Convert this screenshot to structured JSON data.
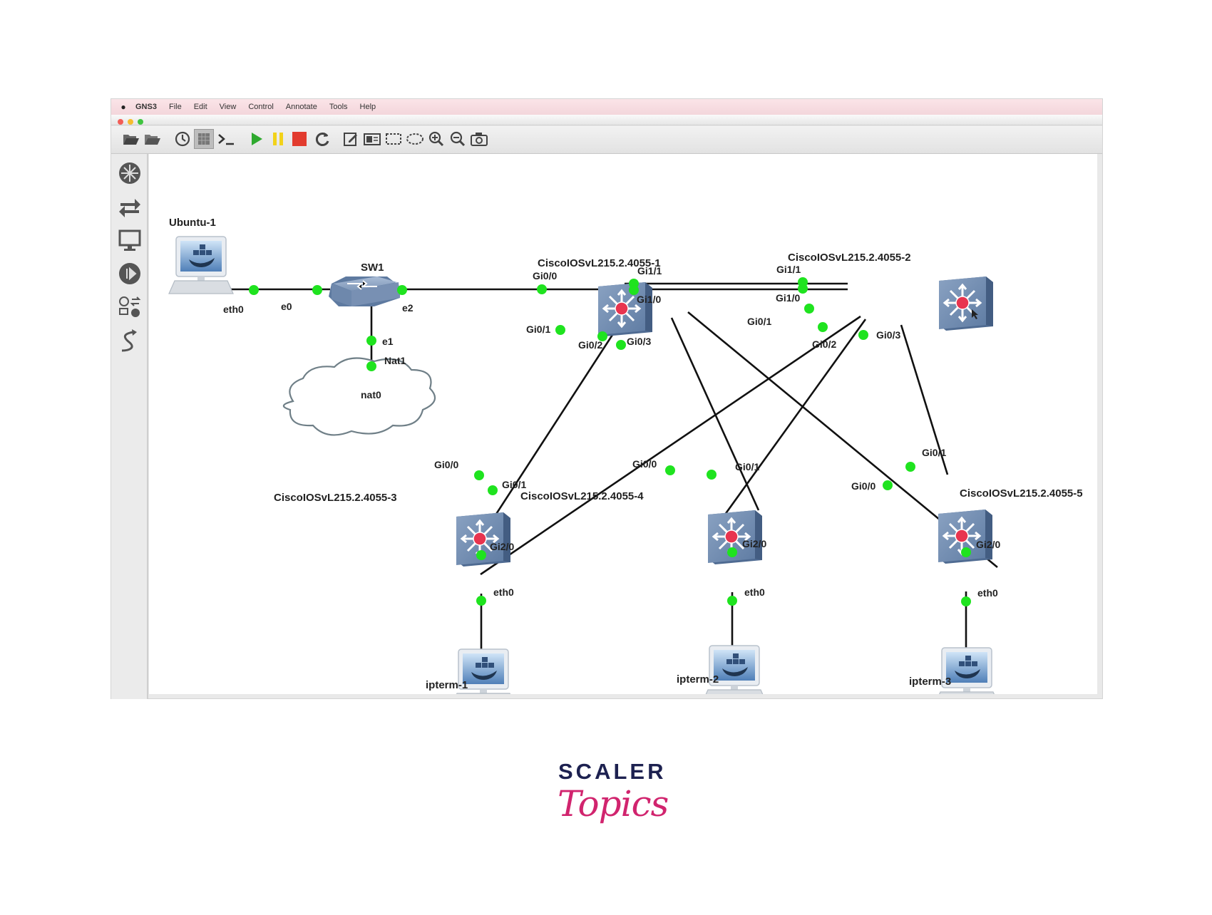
{
  "menu": {
    "app_name": "GNS3",
    "items": [
      "File",
      "Edit",
      "View",
      "Control",
      "Annotate",
      "Tools",
      "Help"
    ]
  },
  "colors": {
    "port_up": "#1fe31f",
    "switch_body": "#7d95b6",
    "router_center": "#e8344f",
    "brand_navy": "#1d2150",
    "brand_pink": "#d1246e"
  },
  "toolbar": {
    "icons": [
      "open-folder-icon",
      "open-folder-icon",
      "clock-icon",
      "grid-icon",
      "console-icon",
      "play-icon",
      "pause-icon",
      "stop-icon",
      "reload-icon",
      "edit-note-icon",
      "image-icon",
      "rectangle-icon",
      "ellipse-icon",
      "zoom-in-icon",
      "zoom-out-icon",
      "camera-icon"
    ]
  },
  "sidebar": {
    "icons": [
      "router-icon",
      "switch-icon",
      "end-device-icon",
      "security-device-icon",
      "all-devices-icon",
      "add-link-icon"
    ]
  },
  "topology": {
    "nodes": {
      "ubuntu": "Ubuntu-1",
      "sw1": "SW1",
      "nat": "Nat1",
      "cloud": "nat0",
      "r1": "CiscoIOSvL215.2.4055-1",
      "r2": "CiscoIOSvL215.2.4055-2",
      "r3": "CiscoIOSvL215.2.4055-3",
      "r4": "CiscoIOSvL215.2.4055-4",
      "r5": "CiscoIOSvL215.2.4055-5",
      "pc1": "ipterm-1",
      "pc2": "ipterm-2",
      "pc3": "ipterm-3"
    },
    "ports": {
      "ubuntu_eth0": "eth0",
      "sw_e0": "e0",
      "sw_e1": "e1",
      "sw_e2": "e2",
      "r1_gi00": "Gi0/0",
      "r1_gi11": "Gi1/1",
      "r1_gi10": "Gi1/0",
      "r1_gi01": "Gi0/1",
      "r1_gi02": "Gi0/2",
      "r1_gi03": "Gi0/3",
      "r2_gi11": "Gi1/1",
      "r2_gi10": "Gi1/0",
      "r2_gi01": "Gi0/1",
      "r2_gi02": "Gi0/2",
      "r2_gi03": "Gi0/3",
      "r3_gi00": "Gi0/0",
      "r3_gi01": "Gi0/1",
      "r3_gi20": "Gi2/0",
      "r4_gi00": "Gi0/0",
      "r4_gi01": "Gi0/1",
      "r4_gi20": "Gi2/0",
      "r5_gi01": "Gi0/1",
      "r5_gi00": "Gi0/0",
      "r5_gi20": "Gi2/0",
      "pc1_eth0": "eth0",
      "pc2_eth0": "eth0",
      "pc3_eth0": "eth0"
    }
  },
  "brand": {
    "top": "SCALER",
    "bottom": "Topics"
  }
}
